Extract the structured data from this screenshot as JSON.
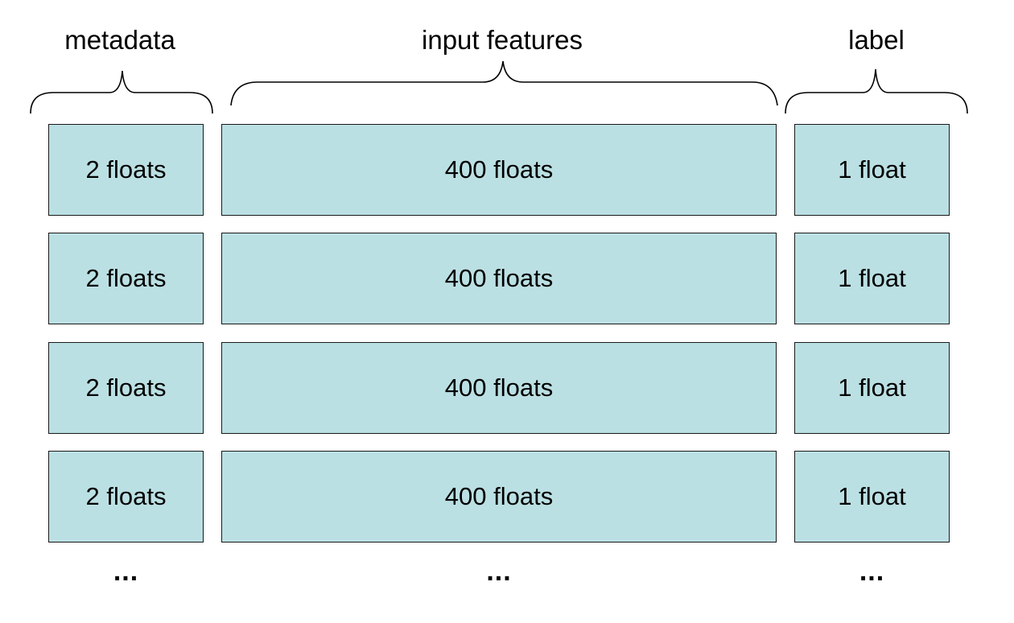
{
  "columns": [
    {
      "key": "metadata",
      "header": "metadata",
      "cell_label": "2 floats",
      "ellipsis": "..."
    },
    {
      "key": "input_features",
      "header": "input features",
      "cell_label": "400 floats",
      "ellipsis": "..."
    },
    {
      "key": "label",
      "header": "label",
      "cell_label": "1 float",
      "ellipsis": "..."
    }
  ],
  "row_count": 4,
  "colors": {
    "cell_fill": "#bbe0e3",
    "cell_border": "#1a1a1a",
    "brace_stroke": "#000000"
  }
}
